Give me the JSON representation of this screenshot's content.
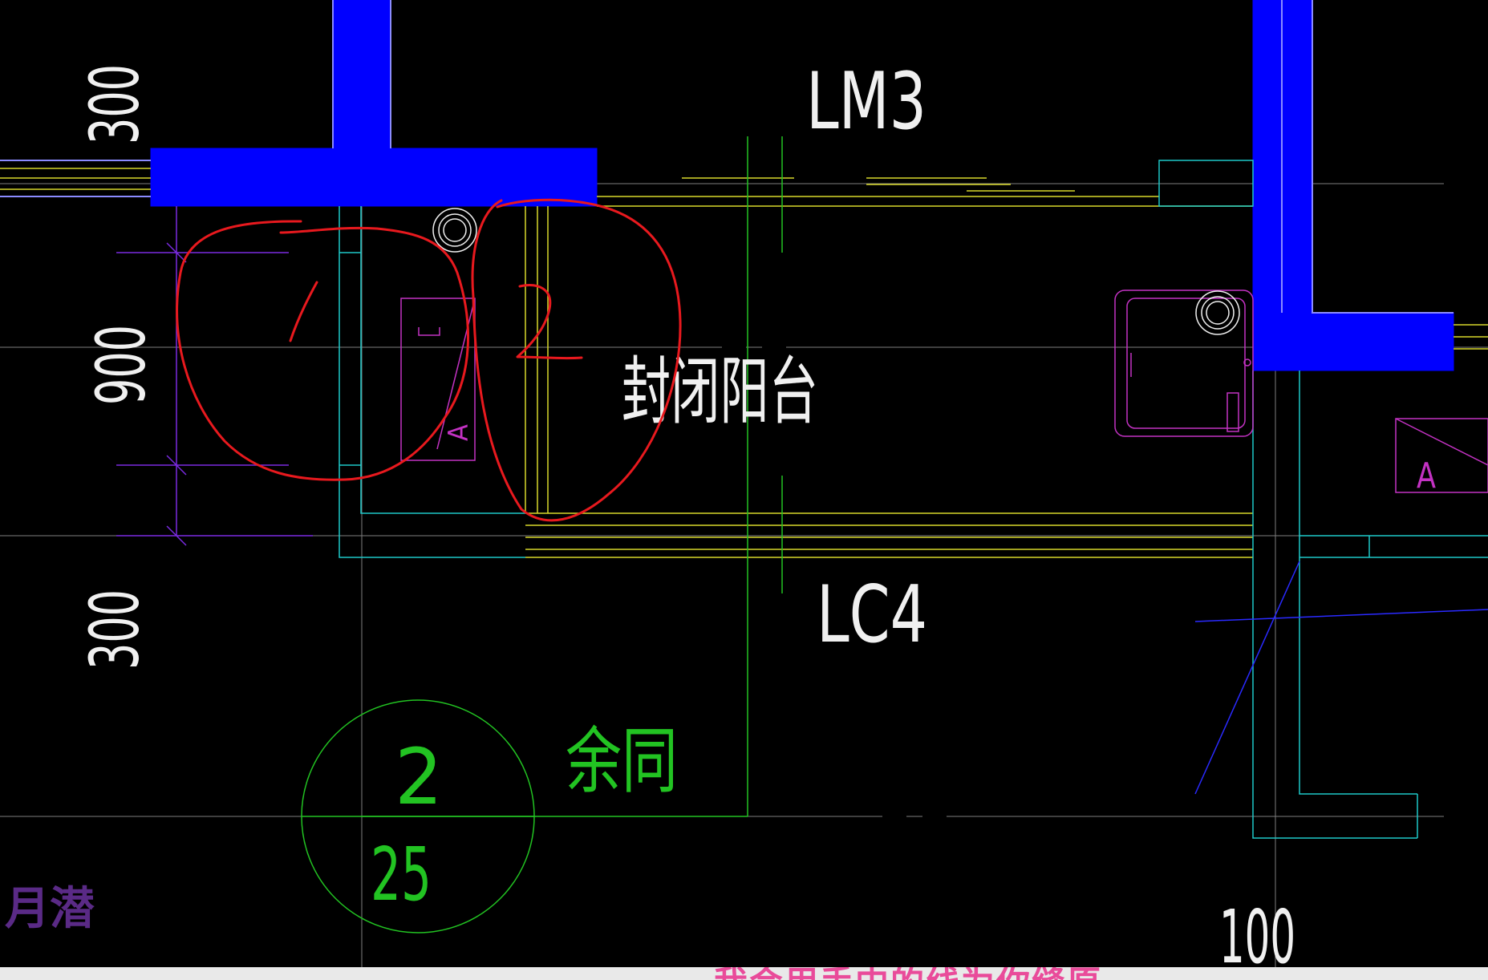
{
  "drawing": {
    "door_label": "LM3",
    "window_label": "LC4",
    "room_label": "封闭阳台",
    "dim_top": "300",
    "dim_middle": "900",
    "dim_bottom": "300",
    "detail_number": "2",
    "detail_sheet": "25",
    "note": "余同",
    "dim_bottom_right": "100",
    "appliance_left_letter": "A",
    "appliance_right_letter": "A"
  },
  "annotations": {
    "circle_1_label": "1",
    "circle_2_label": "2",
    "pen_color": "#e8191e"
  },
  "overlay": {
    "watermark": "月潜",
    "caption": "我会用手中的线为你缝原"
  },
  "colors": {
    "wall_fill": "#0000ff",
    "cyan_line": "#1ec8c8",
    "yellow_line": "#d8d82a",
    "green_line": "#22c322",
    "magenta_line": "#c332c3",
    "white_text": "#f0f0f0",
    "axis_line": "#8a8a8a"
  }
}
